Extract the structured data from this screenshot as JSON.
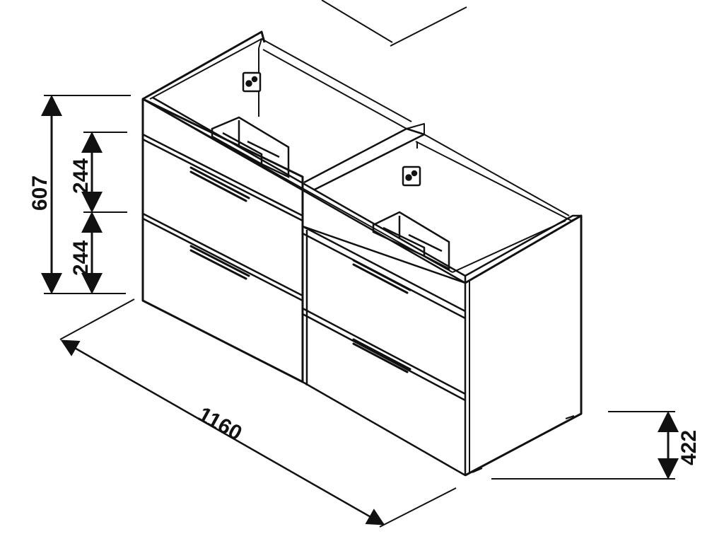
{
  "dimensions": {
    "total_height": "607",
    "upper_drawer_height": "244",
    "lower_drawer_height": "244",
    "width": "1160",
    "leg_height": "422"
  },
  "colors": {
    "line": "#111111",
    "background": "#ffffff"
  }
}
